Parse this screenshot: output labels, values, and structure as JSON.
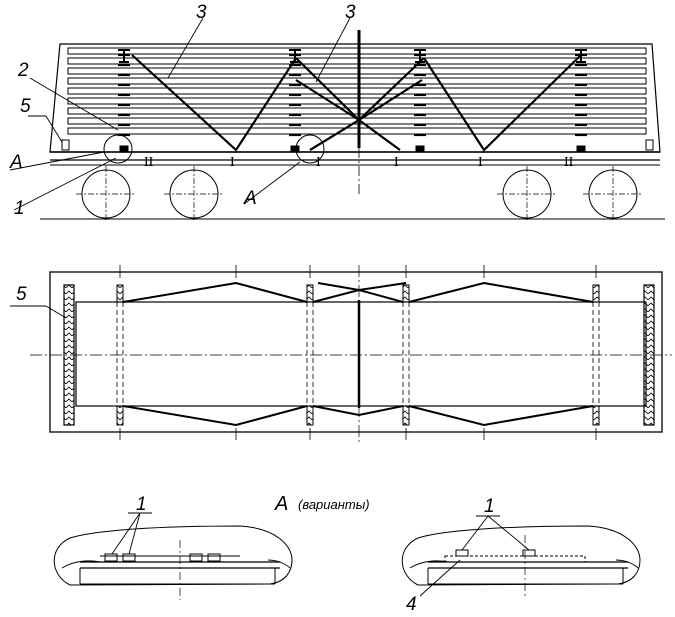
{
  "labels": {
    "l2": "2",
    "l3a": "3",
    "l3b": "3",
    "l5a": "5",
    "l5b": "5",
    "lA1": "A",
    "lA2": "A",
    "l1a": "1",
    "l1b": "1",
    "l1c": "1",
    "l4": "4"
  },
  "section_title": {
    "letter": "A",
    "note": "(варианты)"
  },
  "support_marks": [
    "II",
    "I",
    "I",
    "I",
    "I",
    "II"
  ],
  "colors": {
    "line": "#000000",
    "background": "#ffffff"
  }
}
